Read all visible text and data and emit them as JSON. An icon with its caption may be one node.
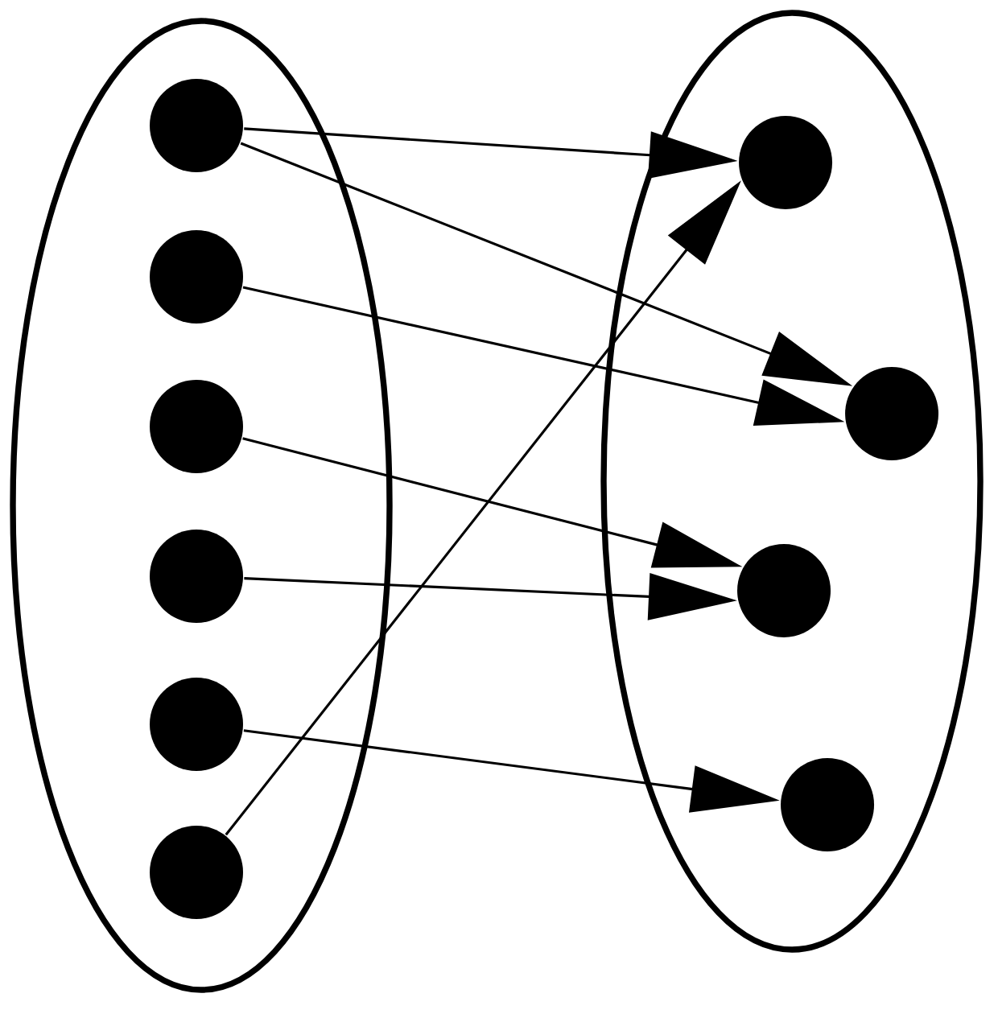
{
  "diagram": {
    "nodes": [
      {
        "text": [],
        "shape": "ellipse"
      },
      {
        "text": [],
        "shape": "circle",
        "in": 0
      },
      {
        "text": [],
        "shape": "circle",
        "in": 0
      },
      {
        "text": [],
        "shape": "circle",
        "in": 0
      },
      {
        "text": [],
        "shape": "circle",
        "in": 0
      },
      {
        "text": [],
        "shape": "circle",
        "in": 0
      },
      {
        "text": [],
        "shape": "circle",
        "in": 0
      },
      {
        "text": [],
        "shape": "ellipse"
      },
      {
        "text": [],
        "shape": "circle",
        "in": 7
      },
      {
        "text": [],
        "shape": "circle",
        "in": 7
      },
      {
        "text": [],
        "shape": "circle",
        "in": 7
      },
      {
        "text": [],
        "shape": "circle",
        "in": 7
      }
    ],
    "edges": [
      {
        "from": 1,
        "to": 8,
        "arrow": "to"
      },
      {
        "from": 1,
        "to": 9,
        "arrow": "to"
      },
      {
        "from": 2,
        "to": 9,
        "arrow": "to"
      },
      {
        "from": 3,
        "to": 10,
        "arrow": "to"
      },
      {
        "from": 4,
        "to": 10,
        "arrow": "to"
      },
      {
        "from": 5,
        "to": 11,
        "arrow": "to"
      },
      {
        "from": 6,
        "to": 8,
        "arrow": "to"
      }
    ]
  }
}
